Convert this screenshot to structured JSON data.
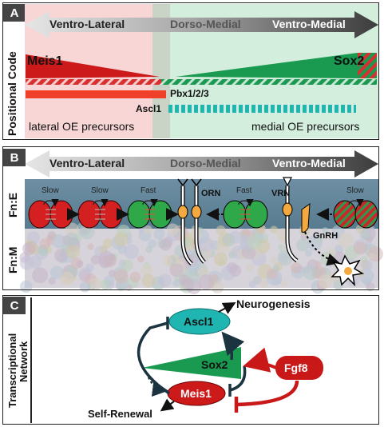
{
  "panel_a": {
    "label": "A",
    "side_label": "Positional Code",
    "axis": {
      "left": "Ventro-Lateral",
      "middle": "Dorso-Medial",
      "right": "Ventro-Medial"
    },
    "meis1": "Meis1",
    "sox2": "Sox2",
    "pbx": "Pbx1/2/3",
    "ascl1": "Ascl1",
    "lateral_precursors": "lateral OE precursors",
    "medial_precursors": "medial OE precursors"
  },
  "panel_b": {
    "label": "B",
    "axis": {
      "left": "Ventro-Lateral",
      "middle": "Dorso-Medial",
      "right": "Ventro-Medial"
    },
    "row_e": "Fn:E",
    "row_m": "Fn:M",
    "cell_labels": [
      "Slow",
      "Slow",
      "Fast",
      "Fast",
      "Slow"
    ],
    "orn": "ORN",
    "vrn": "VRN",
    "gnrh": "GnRH"
  },
  "panel_c": {
    "label": "C",
    "side_label_1": "Transcriptional",
    "side_label_2": "Network",
    "neurogenesis": "Neurogenesis",
    "ascl1": "Ascl1",
    "sox2": "Sox2",
    "fgf8": "Fgf8",
    "meis1": "Meis1",
    "self_renewal": "Self-Renewal"
  },
  "colors": {
    "lateral_pink": "#f8d6d6",
    "medial_green": "#d4eedd",
    "meis1_red": "#cc1a1a",
    "sox2_green": "#1a9950",
    "ascl1_teal": "#1fb5b0",
    "fgf8_red": "#c81818"
  }
}
